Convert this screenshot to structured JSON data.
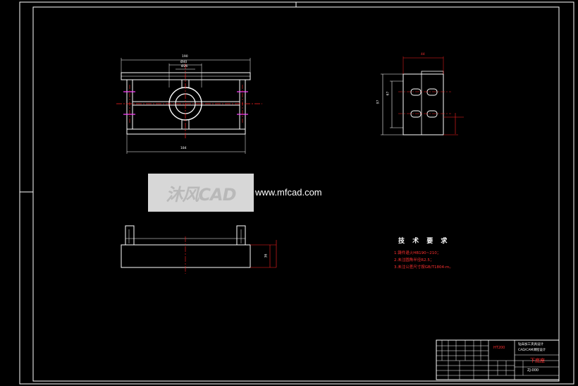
{
  "watermark": {
    "logo_text": "沐风CAD",
    "url": "www.mfcad.com"
  },
  "technical_requirements": {
    "title": "技 术 要 求",
    "items": [
      "1.铸件退火HB190~210；",
      "2.未注圆角半径R2.5；",
      "3.未注公差尺寸按GB/T1804-m。"
    ]
  },
  "title_block": {
    "part_name": "下底座",
    "project_title_line1": "钻床加工夹具设计",
    "project_title_line2": "CAD/CAM课程设计",
    "material": "HT200",
    "drawing_no": "ZJ-000"
  },
  "dimensions": {
    "front_top_width": "190",
    "front_bottom_width": "184",
    "hole_outer": "Ø40",
    "hole_inner": "Ø26",
    "side_top_width": "44",
    "side_height_total": "97",
    "side_height_inner": "67",
    "bottom_height": "36"
  },
  "colors": {
    "background": "#000000",
    "line": "#ffffff",
    "center_line": "#ff2020",
    "dimension": "#ff2020",
    "hidden": "#ff40ff",
    "title_red": "#ff3030"
  }
}
